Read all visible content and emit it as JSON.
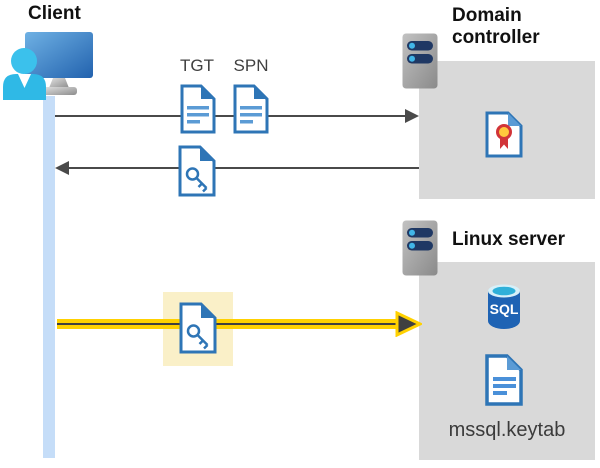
{
  "diagram": {
    "client": {
      "label": "Client"
    },
    "tickets": {
      "tgt_label": "TGT",
      "spn_label": "SPN"
    },
    "domain_controller": {
      "label": "Domain controller"
    },
    "linux_server": {
      "label": "Linux server",
      "database_label": "SQL",
      "keytab_label": "mssql.keytab"
    },
    "icons": [
      "client-user-monitor-icon",
      "server-icon",
      "document-ticket-icon",
      "key-ticket-icon",
      "certificate-icon",
      "sql-database-icon",
      "keytab-file-icon"
    ],
    "colors": {
      "document_blue": "#2e75b6",
      "document_line_blue": "#5b9bd5",
      "arrow_gray": "#4a4a4a",
      "arrow_yellow": "#ffd100",
      "highlight_pale_yellow": "#faf0c8",
      "box_gray": "#d9d9d9",
      "lifeline_blue": "#c5ddf8",
      "server_bar_navy": "#1f3864",
      "server_dot_blue": "#41b6e8",
      "sql_body_blue": "#1e63b4",
      "sql_top_cyan": "#2fb0d9",
      "person_cyan": "#2fb9e6",
      "cert_gold": "#ffc83d",
      "cert_red": "#d13438"
    }
  }
}
